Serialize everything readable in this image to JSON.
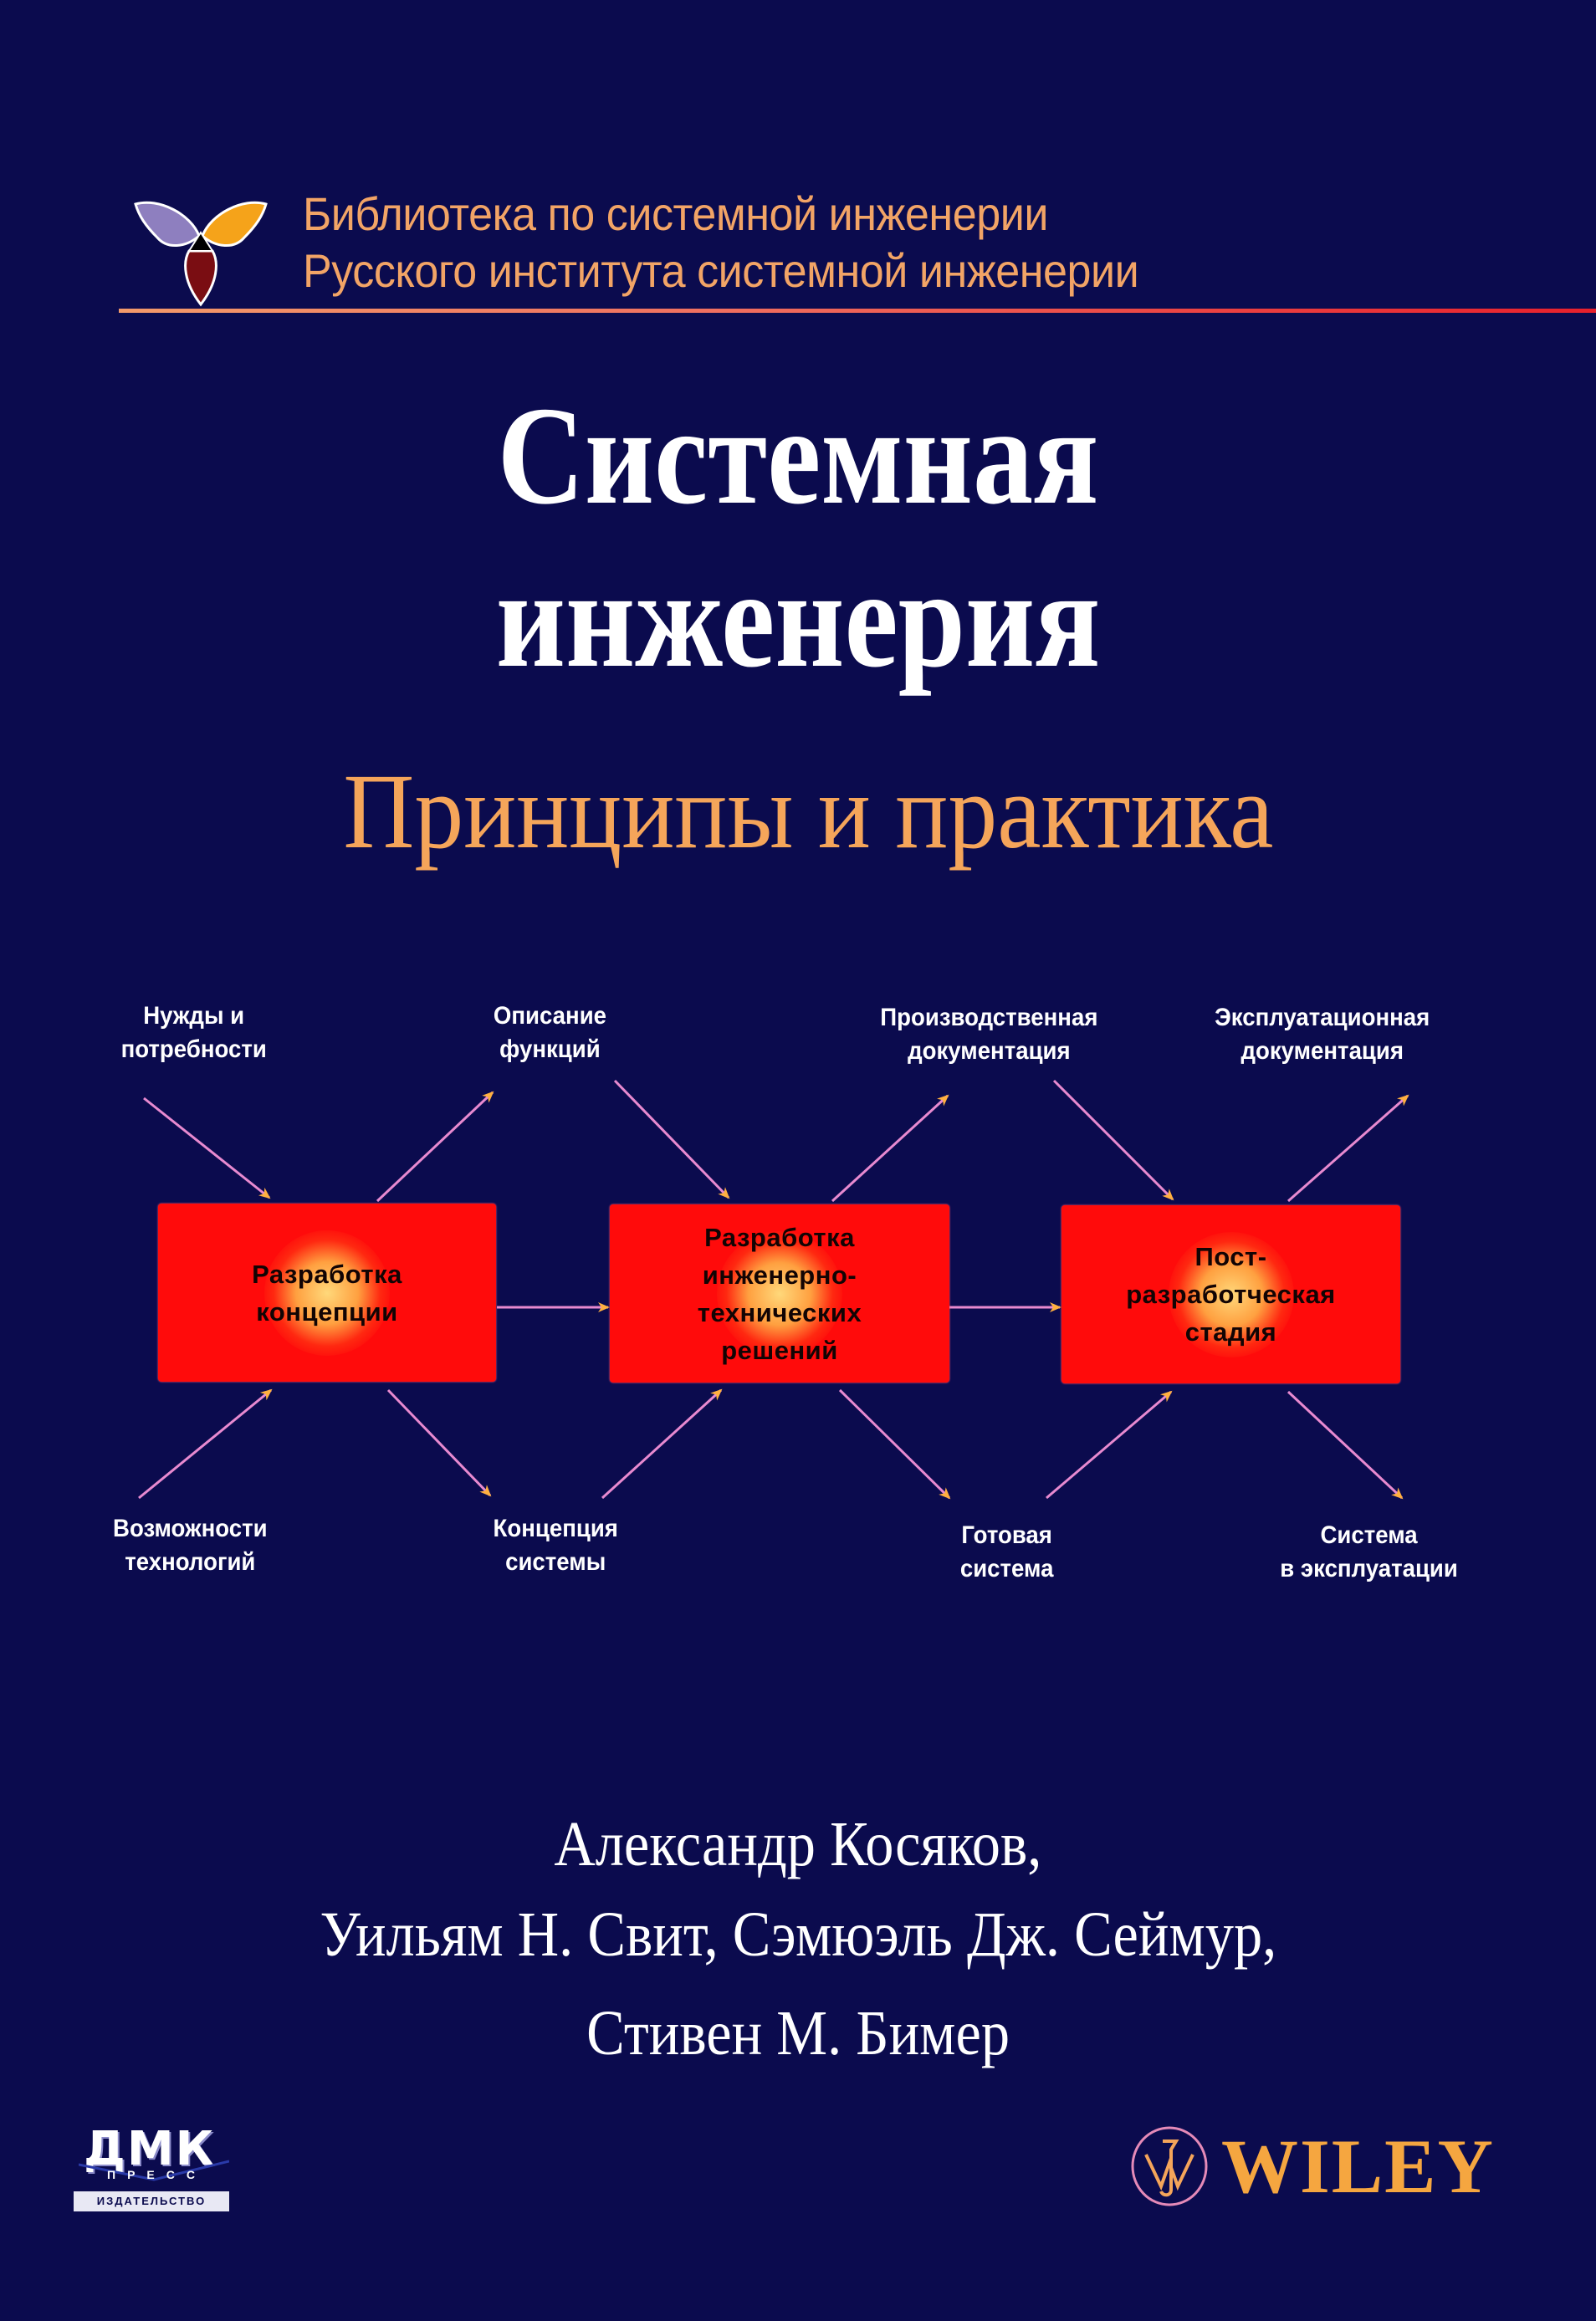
{
  "series": {
    "line1": "Библиотека по системной инженерии",
    "line2": "Русского института системной инженерии",
    "logo_icon": "trefoil-logo-icon",
    "colors": {
      "petal_left": "#8e7fbf",
      "petal_right": "#f5a31a",
      "petal_bottom": "#7a0d12",
      "center": "#000000"
    }
  },
  "title": {
    "line1": "Системная",
    "line2": "инженерия",
    "subtitle": "Принципы и практика"
  },
  "diagram": {
    "boxes": [
      {
        "id": "concept",
        "lines": [
          "Разработка",
          "концепции"
        ]
      },
      {
        "id": "engineering",
        "lines": [
          "Разработка",
          "инженерно-",
          "технических",
          "решений"
        ]
      },
      {
        "id": "post",
        "lines": [
          "Пост-",
          "разработческая",
          "стадия"
        ]
      }
    ],
    "top_labels": [
      {
        "lines": [
          "Нужды и",
          "потребности"
        ]
      },
      {
        "lines": [
          "Описание",
          "функций"
        ]
      },
      {
        "lines": [
          "Производственная",
          "документация"
        ]
      },
      {
        "lines": [
          "Эксплуатационная",
          "документация"
        ]
      }
    ],
    "bottom_labels": [
      {
        "lines": [
          "Возможности",
          "технологий"
        ]
      },
      {
        "lines": [
          "Концепция",
          "системы"
        ]
      },
      {
        "lines": [
          "Готовая",
          "система"
        ]
      },
      {
        "lines": [
          "Система",
          "в эксплуатации"
        ]
      }
    ],
    "colors": {
      "box": "#ff0b0b",
      "arrow_start": "#e070d0",
      "arrow_head": "#ffb040",
      "label": "#ffffff"
    }
  },
  "authors": {
    "line1": "Александр Косяков,",
    "line2": "Уильям Н. Свит, Сэмюэль Дж. Сеймур,",
    "line3": "Стивен М. Бимер"
  },
  "publishers": {
    "dmk": {
      "main": "ДМК",
      "sub": "ПРЕСС",
      "caption": "ИЗДАТЕЛЬСТВО"
    },
    "wiley": {
      "name": "WILEY",
      "monogram": "JW"
    }
  },
  "colors": {
    "background": "#0b0b4e",
    "series_text": "#f2a466",
    "subtitle_text": "#f5a55a",
    "title_text": "#ffffff",
    "separator_left": "#f29a6a",
    "separator_right": "#e8202c"
  }
}
